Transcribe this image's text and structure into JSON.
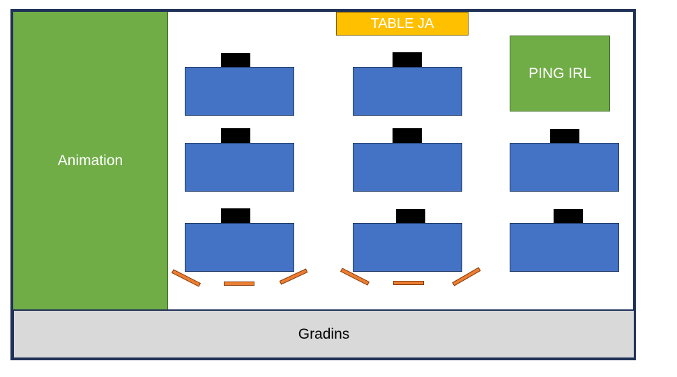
{
  "zones": {
    "animation": "Animation",
    "gradins": "Gradins",
    "table_ja": "TABLE JA",
    "ping_irl": "PING IRL"
  },
  "colors": {
    "frame": "#1f3157",
    "animation": "#70ad47",
    "table_ja": "#ffc000",
    "desk": "#4472c4",
    "monitor": "#000000",
    "bench": "#ed7d31",
    "gradins": "#d9d9d9"
  },
  "desks": {
    "rows": 3,
    "columns": 3,
    "count": 8,
    "monitor_per_desk": 1
  },
  "benches": {
    "count": 6
  }
}
